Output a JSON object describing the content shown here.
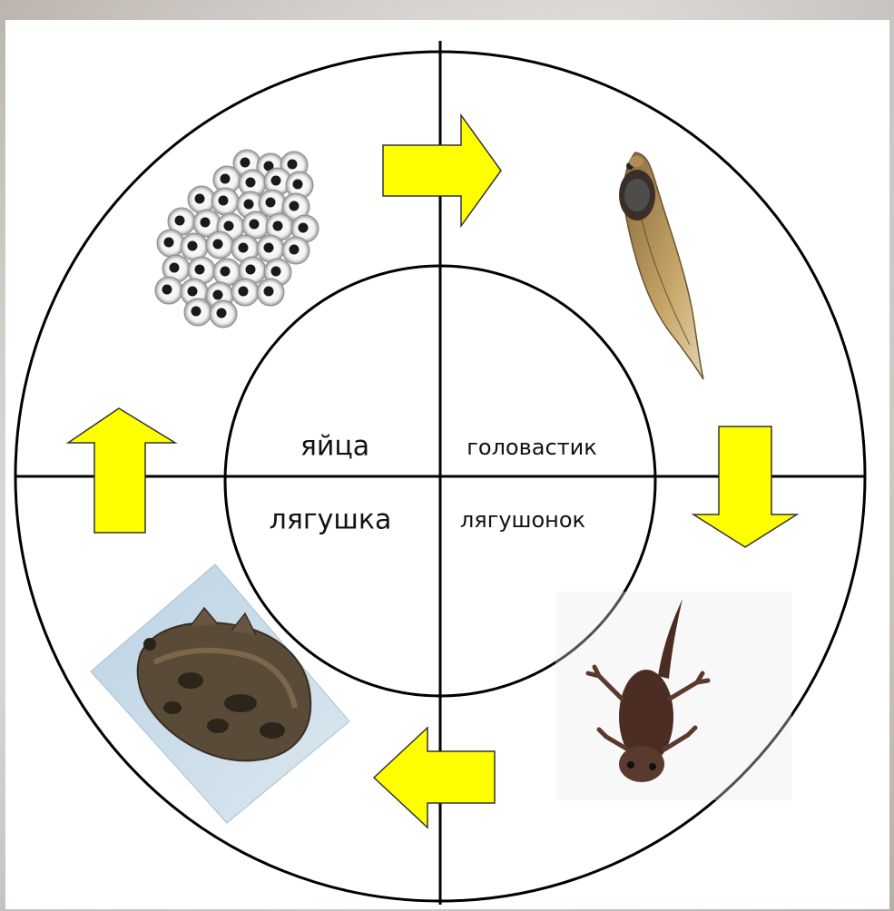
{
  "stages": {
    "eggs": "яйца",
    "tadpole": "головастик",
    "froglet": "лягушонок",
    "frog": "лягушка"
  },
  "icons": {
    "eggs": "frog-eggs-icon",
    "tadpole": "tadpole-icon",
    "froglet": "froglet-icon",
    "frog": "frog-icon"
  },
  "colors": {
    "arrow_fill": "#ffff00",
    "line": "#000000"
  }
}
